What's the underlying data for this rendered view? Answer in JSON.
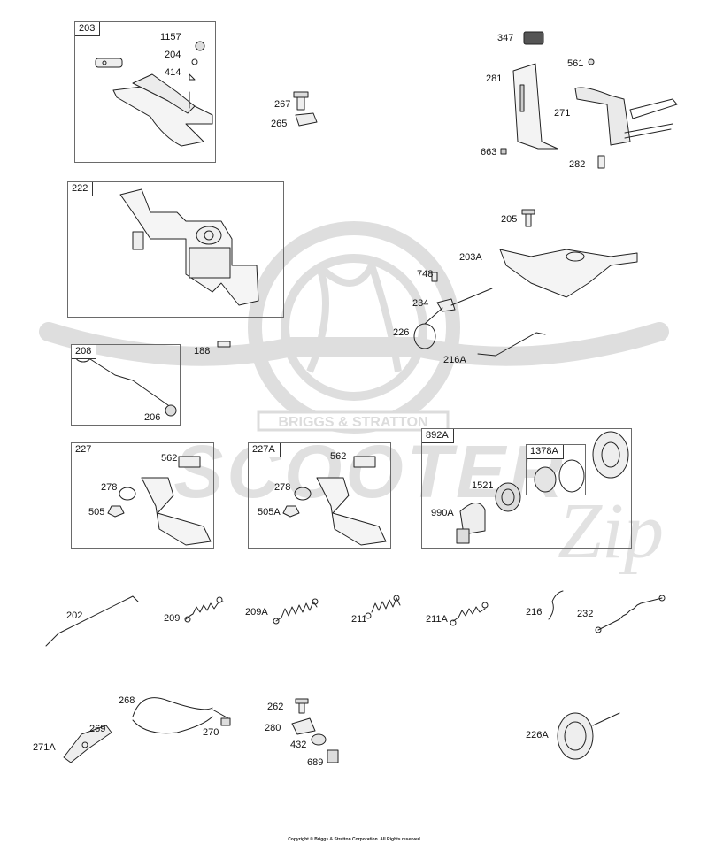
{
  "diagram": {
    "boxes": {
      "b203": "203",
      "b222": "222",
      "b208": "208",
      "b227": "227",
      "b227A": "227A",
      "b892A": "892A",
      "b1378A": "1378A"
    },
    "labels": {
      "l1157": "1157",
      "l204": "204",
      "l414": "414",
      "l267": "267",
      "l265": "265",
      "l347": "347",
      "l281": "281",
      "l561": "561",
      "l271": "271",
      "l663": "663",
      "l282": "282",
      "l205": "205",
      "l203A": "203A",
      "l748": "748",
      "l234": "234",
      "l226": "226",
      "l216A": "216A",
      "l188": "188",
      "l206": "206",
      "l562a": "562",
      "l278a": "278",
      "l505": "505",
      "l562b": "562",
      "l278b": "278",
      "l505A": "505A",
      "l1521": "1521",
      "l990A": "990A",
      "l202": "202",
      "l209": "209",
      "l209A": "209A",
      "l211": "211",
      "l211A": "211A",
      "l216": "216",
      "l232": "232",
      "l268": "268",
      "l269": "269",
      "l271A": "271A",
      "l270": "270",
      "l262": "262",
      "l280": "280",
      "l432": "432",
      "l689": "689",
      "l226A": "226A"
    },
    "watermark": {
      "brand": "BRIGGS & STRATTON",
      "word": "SCOOTER",
      "script": "Zip"
    },
    "copyright": "Copyright © Briggs & Stratton Corporation. All Rights reserved"
  },
  "colors": {
    "ink": "#111111",
    "box_border": "#6a6a6a",
    "watermark": "#dcdcdc"
  }
}
